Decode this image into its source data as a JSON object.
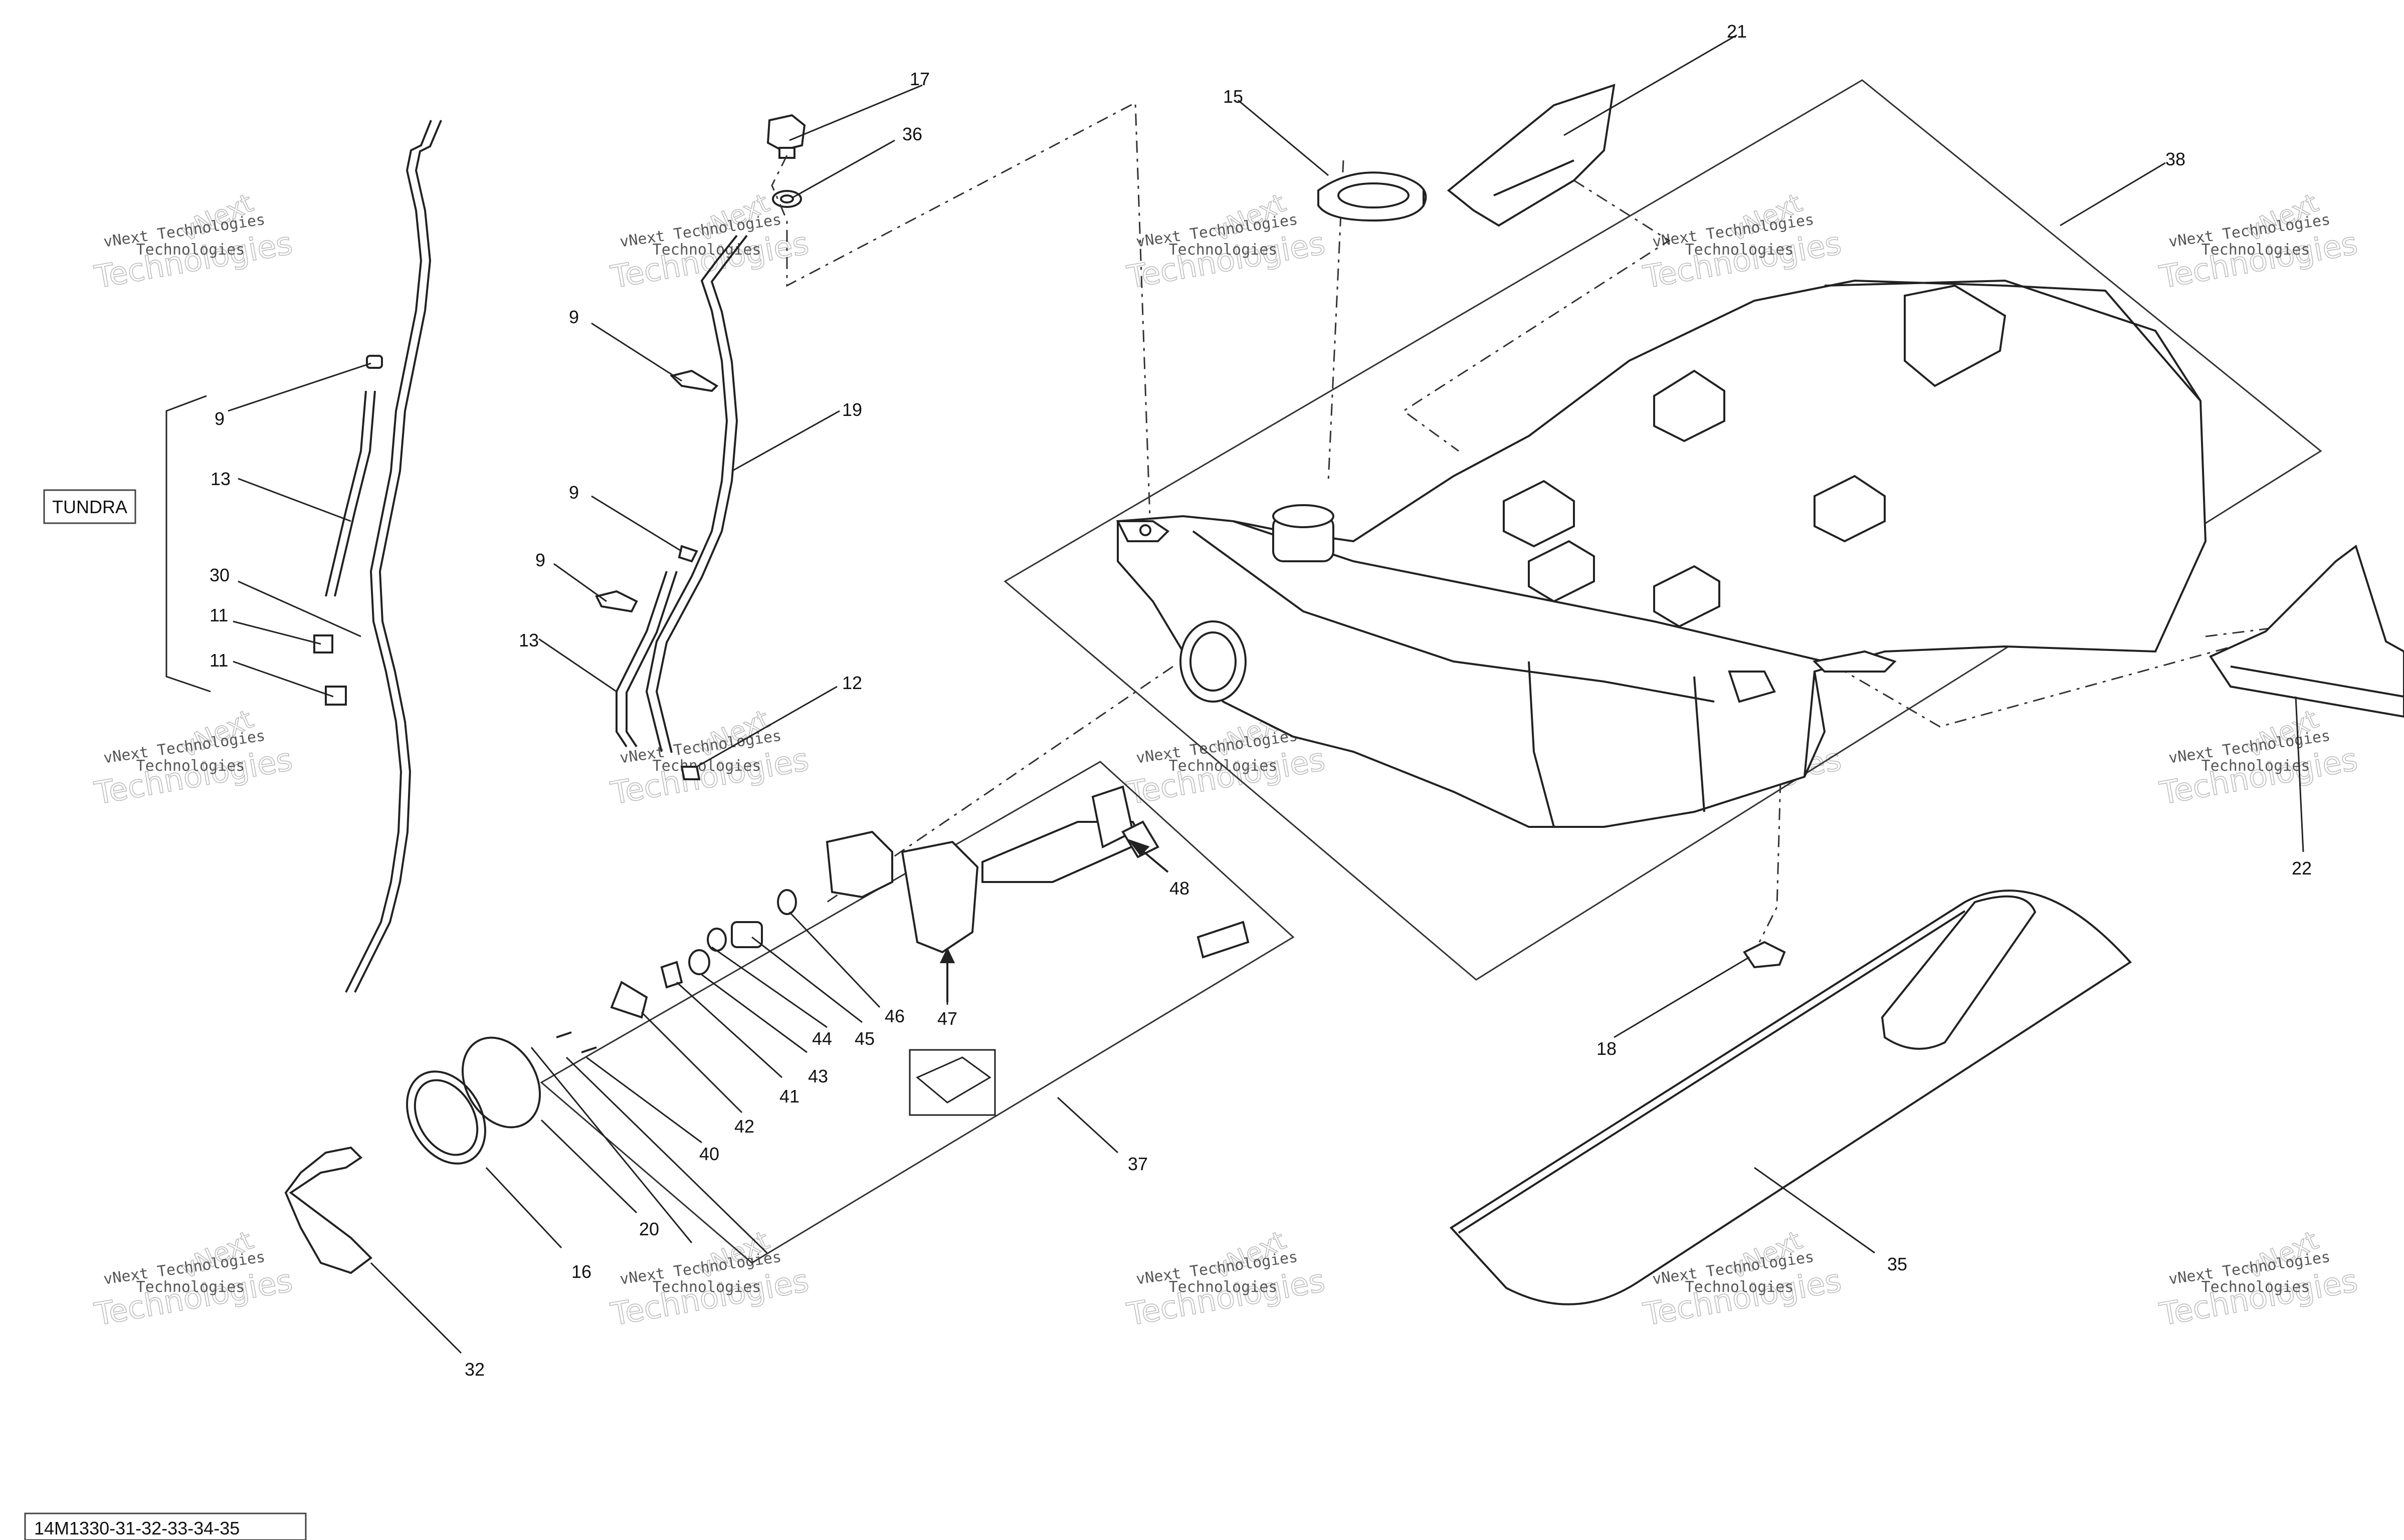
{
  "diagram": {
    "doc_code": "14M1330-31-32-33-34-35",
    "variant_box_label": "TUNDRA",
    "watermark": {
      "line1": "vNext Technologies",
      "line2": "vNext",
      "line3": "Technologies"
    },
    "callouts": [
      "17",
      "36",
      "15",
      "21",
      "38",
      "9",
      "19",
      "9",
      "9",
      "13",
      "12",
      "9",
      "13",
      "30",
      "11",
      "11",
      "48",
      "46",
      "45",
      "44",
      "43",
      "41",
      "42",
      "40",
      "47",
      "37",
      "20",
      "16",
      "32",
      "18",
      "22",
      "35"
    ]
  }
}
